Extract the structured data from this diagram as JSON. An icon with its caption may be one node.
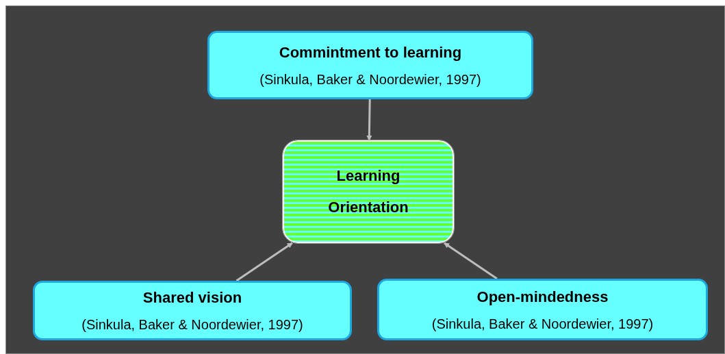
{
  "diagram": {
    "nodes": [
      {
        "text": [
          "Commintment to learning",
          "(Sinkula, Baker & Noordewier, 1997)"
        ]
      },
      {
        "text": [
          "Learning Orientation"
        ]
      },
      {
        "text": [
          "Shared vision",
          "(Sinkula, Baker & Noordewier, 1997)"
        ]
      },
      {
        "text": [
          "Open-mindedness",
          "(Sinkula, Baker & Noordewier, 1997)"
        ]
      }
    ],
    "edges": [
      {
        "from": 0,
        "to": 1,
        "arrow": "to"
      },
      {
        "from": 2,
        "to": 1,
        "arrow": "to"
      },
      {
        "from": 3,
        "to": 1,
        "arrow": "to"
      }
    ]
  }
}
